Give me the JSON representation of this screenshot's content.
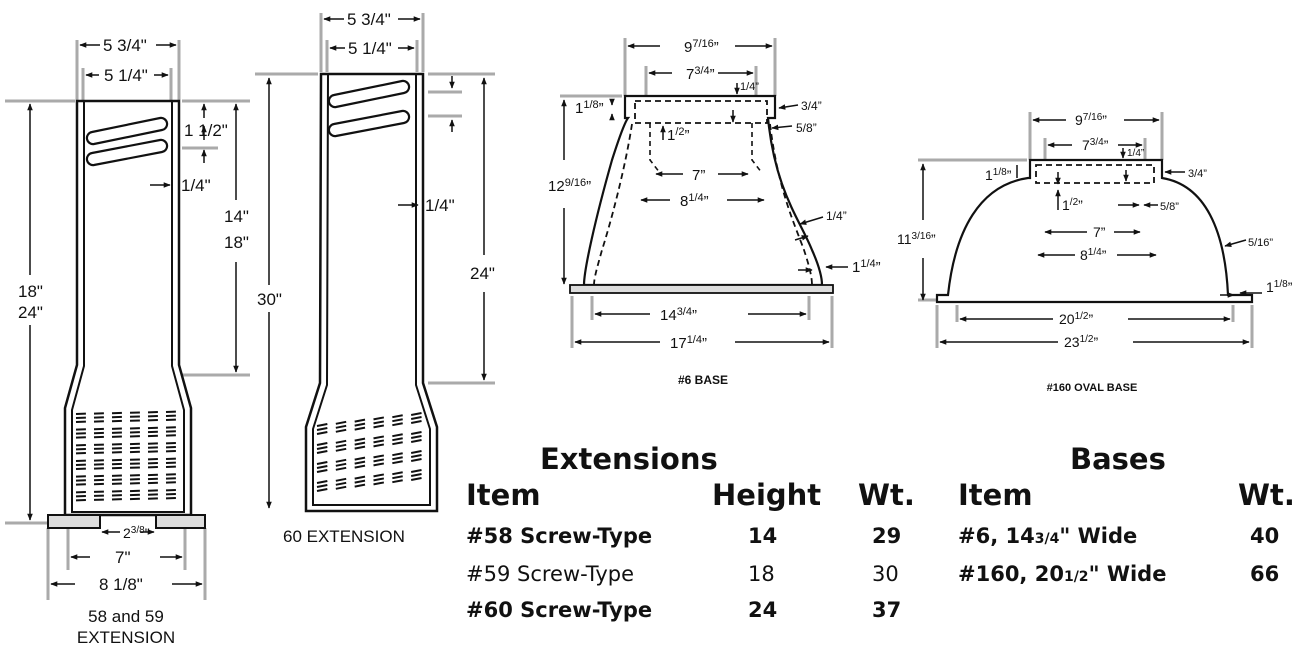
{
  "ext58": {
    "outer_width": "5 3/4\"",
    "inner_width": "5 1/4\"",
    "slot_height": "1 1/2\"",
    "wall": "1/4\"",
    "height_a": "14\"",
    "height_b": "18\"",
    "total_a": "18\"",
    "total_b": "24\"",
    "bottom_gap": "2",
    "bottom_gap_frac": "3/8",
    "bottom_gap_unit": "\"",
    "base_inner": "7\"",
    "base_outer": "8 1/8\"",
    "caption_line1": "58 and 59",
    "caption_line2": "EXTENSION"
  },
  "ext60": {
    "outer_width": "5 3/4\"",
    "inner_width": "5 1/4\"",
    "wall": "1/4\"",
    "height": "24\"",
    "total": "30\"",
    "caption": "60  EXTENSION"
  },
  "base6": {
    "top_outer": "9",
    "top_outer_frac": "7/16",
    "top_inner": "7",
    "top_inner_frac": "3/4",
    "quarter": "1/4",
    "lip": "1",
    "lip_frac": "1/8",
    "three_quarter": "3/4",
    "half": "1",
    "half_frac": "/2",
    "five_eighths": "5/8",
    "height": "12",
    "height_frac": "9/16",
    "inner_7": "7",
    "inner_8": "8",
    "inner_8_frac": "1/4",
    "wall": "1/4",
    "foot": "1",
    "foot_frac": "1/4",
    "bottom_inner": "14",
    "bottom_inner_frac": "3/4",
    "bottom_outer": "17",
    "bottom_outer_frac": "1/4",
    "caption": "#6 BASE"
  },
  "base160": {
    "top_outer": "9",
    "top_outer_frac": "7/16",
    "top_inner": "7",
    "top_inner_frac": "3/4",
    "quarter": "1/4",
    "lip": "1",
    "lip_frac": "1/8",
    "three_quarter": "3/4",
    "half": "1",
    "half_frac": "/2",
    "five_eighths": "5/8",
    "height": "11",
    "height_frac": "3/16",
    "inner_7": "7",
    "inner_8": "8",
    "inner_8_frac": "1/4",
    "wall": "5/16",
    "foot": "1",
    "foot_frac": "1/8",
    "bottom_inner": "20",
    "bottom_inner_frac": "1/2",
    "bottom_outer": "23",
    "bottom_outer_frac": "1/2",
    "caption": "#160 OVAL BASE"
  },
  "extensions": {
    "title": "Extensions",
    "headers": [
      "Item",
      "Height",
      "Wt."
    ],
    "rows": [
      {
        "item": "#58 Screw-Type",
        "height": "14",
        "wt": "29"
      },
      {
        "item": "#59 Screw-Type",
        "height": "18",
        "wt": "30"
      },
      {
        "item": "#60 Screw-Type",
        "height": "24",
        "wt": "37"
      }
    ]
  },
  "bases": {
    "title": "Bases",
    "headers": [
      "Item",
      "Wt."
    ],
    "rows": [
      {
        "item_main": "#6, 14",
        "item_frac": "3/4",
        "item_tail": "\" Wide",
        "wt": "40"
      },
      {
        "item_main": "#160, 20",
        "item_frac": "1/2",
        "item_tail": "\" Wide",
        "wt": "66"
      }
    ]
  }
}
